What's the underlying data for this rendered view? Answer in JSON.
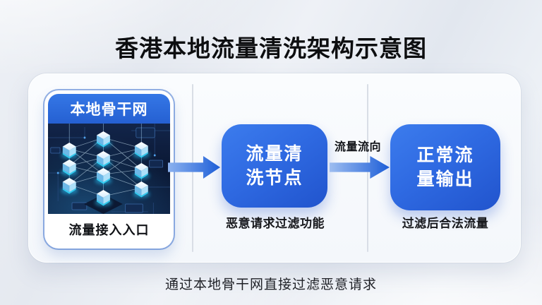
{
  "page": {
    "title": "香港本地流量清洗架构示意图",
    "caption": "通过本地骨干网直接过滤恶意请求"
  },
  "diagram": {
    "source": {
      "header": "本地骨干网",
      "image_name": "circuit-board-cube-network",
      "label": "流量接入入口"
    },
    "clean_node": {
      "line1": "流量清",
      "line2": "洗节点",
      "sublabel": "恶意请求过滤功能"
    },
    "output_node": {
      "line1": "正常流",
      "line2": "量输出",
      "sublabel": "过滤后合法流量"
    },
    "flow_label": "流量流向"
  },
  "colors": {
    "header_blue": "#2b6ade",
    "node_blue_start": "#3c7ced",
    "node_blue_end": "#2154cd",
    "arrow_blue_start": "#8cb2ef",
    "arrow_blue_end": "#1e5fd8",
    "divider_gray": "#d9dee6",
    "glow_cyan": "#35dcff",
    "background": "#e8ecf2",
    "card_white": "#f8fafd"
  }
}
